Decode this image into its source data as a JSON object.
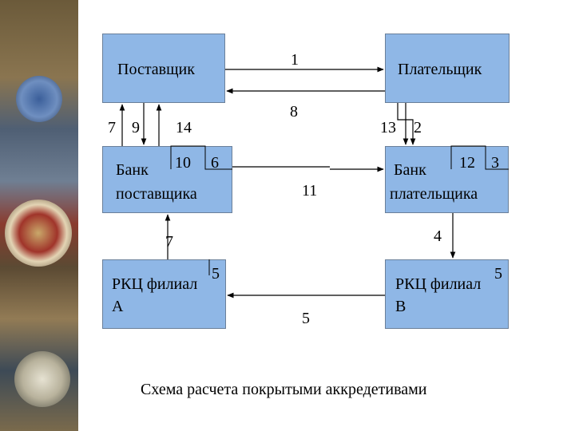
{
  "boxes": {
    "supplier": "Поставщик",
    "payer": "Плательщик",
    "bank_supplier_line1": "Банк",
    "bank_supplier_line2": "поставщика",
    "bank_payer_line1": "Банк",
    "bank_payer_line2": "плательщика",
    "rkc_a_line1": "РКЦ филиал",
    "rkc_a_line2": "А",
    "rkc_b_line1": "РКЦ филиал",
    "rkc_b_line2": "В"
  },
  "numbers": {
    "n1": "1",
    "n8": "8",
    "n7_top": "7",
    "n9": "9",
    "n14": "14",
    "n10": "10",
    "n6": "6",
    "n13": "13",
    "n2": "2",
    "n12": "12",
    "n3": "3",
    "n11": "11",
    "n7_mid": "7",
    "n4": "4",
    "n5_a": "5",
    "n5_b": "5",
    "n5_bottom": "5"
  },
  "caption": "Схема расчета покрытыми аккредетивами"
}
